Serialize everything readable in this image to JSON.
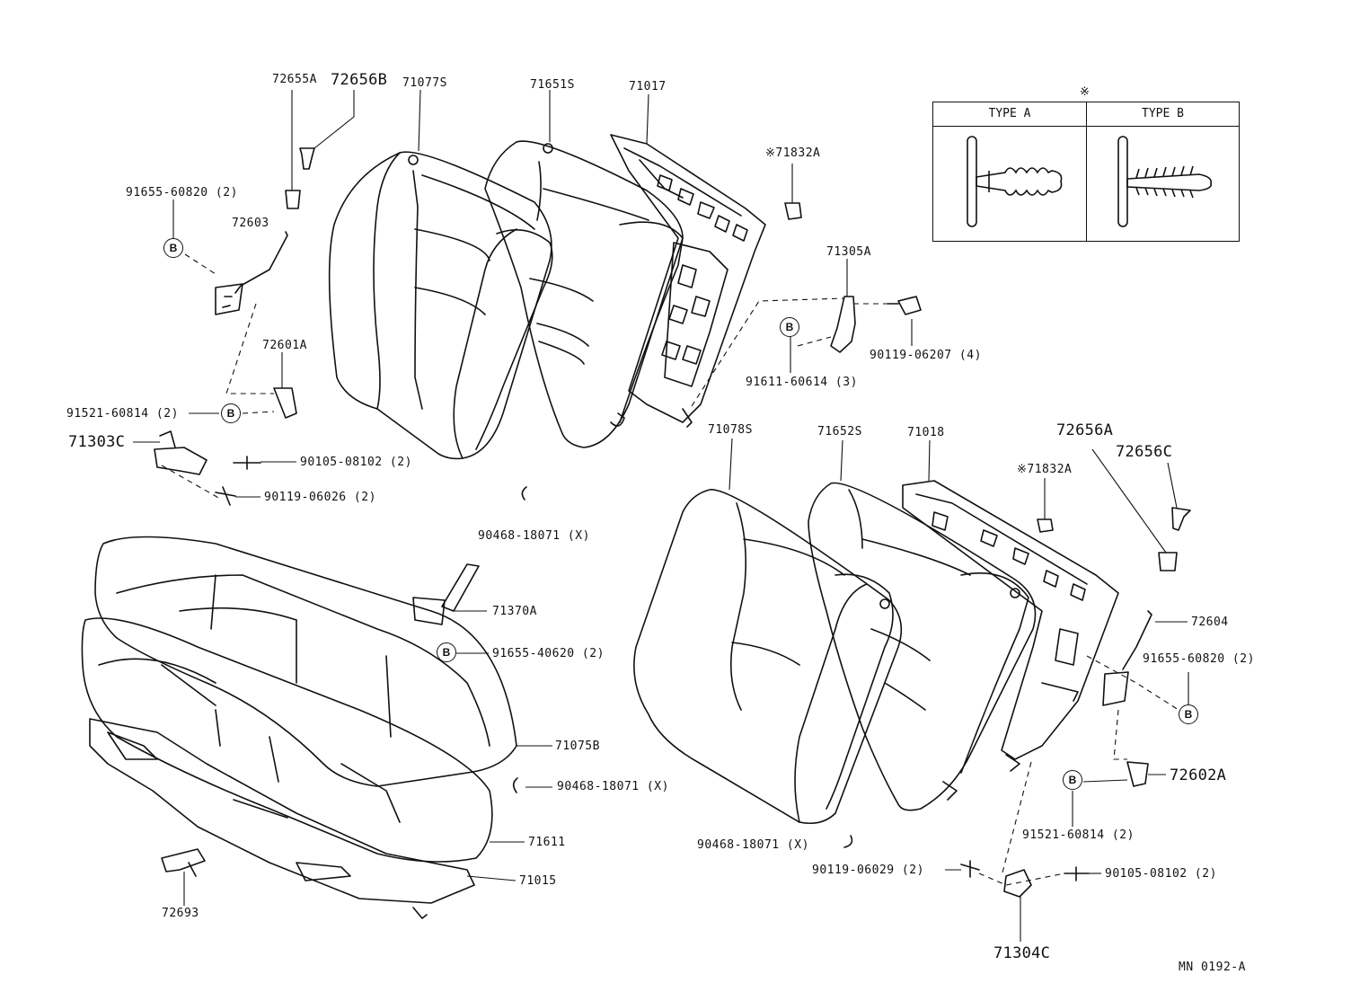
{
  "diagram": {
    "code": "MN 0192-A",
    "note_mark": "※",
    "type_table": {
      "type_a_label": "TYPE A",
      "type_b_label": "TYPE B"
    },
    "bolt_marker": "B",
    "labels": {
      "p72655A": "72655A",
      "p72656B": "72656B",
      "p71077S": "71077S",
      "p71651S": "71651S",
      "p71017": "71017",
      "p71832A_top": "※71832A",
      "p91655_60820_left": "91655-60820 (2)",
      "p72603": "72603",
      "p71305A": "71305A",
      "p90119_06207": "90119-06207 (4)",
      "p91611_60614": "91611-60614 (3)",
      "p72601A": "72601A",
      "p91521_60814_left": "91521-60814 (2)",
      "p71303C": "71303C",
      "p90105_08102_left": "90105-08102 (2)",
      "p90119_06026": "90119-06026 (2)",
      "p71078S": "71078S",
      "p71652S": "71652S",
      "p71018": "71018",
      "p72656A": "72656A",
      "p72656C": "72656C",
      "p71832A_right": "※71832A",
      "p90468_18071_mid": "90468-18071 (X)",
      "p71370A": "71370A",
      "p91655_40620": "91655-40620 (2)",
      "p72604": "72604",
      "p91655_60820_right": "91655-60820 (2)",
      "p71075B": "71075B",
      "p90468_18071_low": "90468-18071 (X)",
      "p71611": "71611",
      "p71015": "71015",
      "p72693": "72693",
      "p72602A": "72602A",
      "p91521_60814_right": "91521-60814 (2)",
      "p90468_18071_right": "90468-18071 (X)",
      "p90119_06029": "90119-06029 (2)",
      "p90105_08102_right": "90105-08102 (2)",
      "p71304C": "71304C"
    }
  }
}
